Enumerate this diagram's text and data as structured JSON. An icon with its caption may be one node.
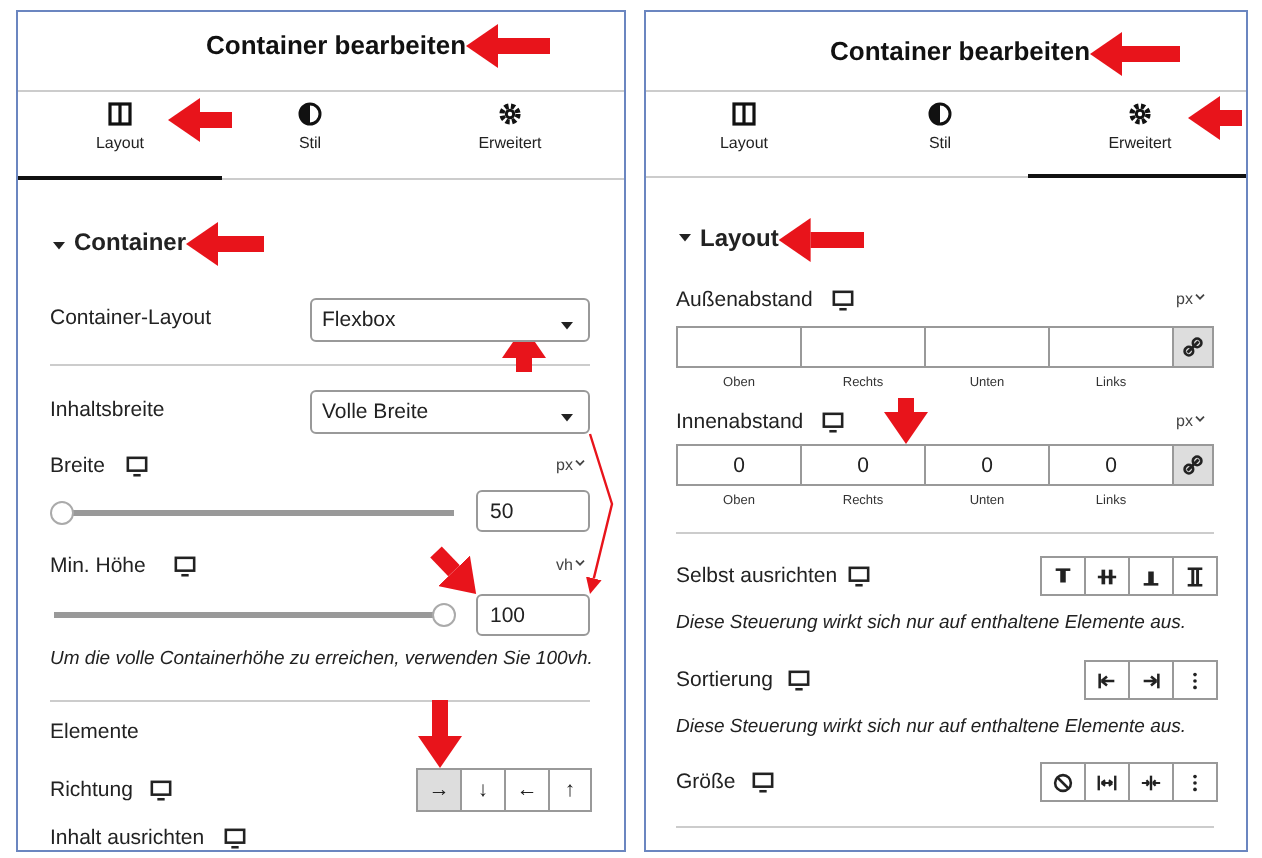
{
  "diagram": {
    "nodes": [
      {
        "text": [
          "Container bearbeiten"
        ]
      },
      {
        "text": [
          "Layout"
        ]
      },
      {
        "text": [
          "Stil"
        ]
      },
      {
        "text": [
          "Erweitert"
        ]
      },
      {
        "text": [
          "Container"
        ]
      },
      {
        "text": [
          "Flexbox"
        ]
      },
      {
        "text": [
          "Volle Breite"
        ]
      },
      {
        "text": [
          "50"
        ]
      },
      {
        "text": [
          "100"
        ]
      },
      {
        "text": [
          "→"
        ]
      },
      {
        "text": [
          "↓"
        ]
      },
      {
        "text": [
          "←"
        ]
      },
      {
        "text": [
          "↑"
        ]
      },
      {
        "text": [
          "Container bearbeiten"
        ]
      },
      {
        "text": [
          "Layout"
        ]
      },
      {
        "text": [
          "Stil"
        ]
      },
      {
        "text": [
          "Erweitert"
        ]
      },
      {
        "text": [
          "Layout"
        ]
      },
      {
        "text": [],
        "shape": "box",
        "beside": [
          "Oben"
        ]
      },
      {
        "text": [],
        "shape": "box",
        "beside": [
          "Rechts"
        ]
      },
      {
        "text": [],
        "shape": "box",
        "beside": [
          "Unten"
        ]
      },
      {
        "text": [],
        "shape": "box",
        "beside": [
          "Links"
        ]
      },
      {
        "text": [],
        "shape": "box"
      },
      {
        "text": [
          "0"
        ],
        "beside": [
          "Oben"
        ]
      },
      {
        "text": [
          "0"
        ],
        "beside": [
          "Rechts"
        ]
      },
      {
        "text": [
          "0"
        ],
        "beside": [
          "Unten"
        ]
      },
      {
        "text": [
          "0"
        ],
        "beside": [
          "Links"
        ]
      },
      {
        "text": [],
        "shape": "box"
      },
      {
        "text": [],
        "shape": "box"
      },
      {
        "text": [],
        "shape": "box"
      },
      {
        "text": [],
        "shape": "box"
      },
      {
        "text": [],
        "shape": "box"
      },
      {
        "text": [],
        "shape": "box"
      },
      {
        "text": [],
        "shape": "box"
      },
      {
        "text": [],
        "shape": "box"
      },
      {
        "text": [],
        "shape": "box"
      },
      {
        "text": [],
        "shape": "box"
      },
      {
        "text": [],
        "shape": "box"
      },
      {
        "text": [],
        "shape": "box"
      }
    ],
    "edges": [
      {
        "from": null,
        "to": 0,
        "arrow": "to"
      },
      {
        "from": null,
        "to": 1,
        "arrow": "to"
      },
      {
        "from": null,
        "to": 4,
        "arrow": "to"
      },
      {
        "from": null,
        "to": 6,
        "arrow": "to"
      },
      {
        "from": null,
        "to": 8,
        "arrow": "to"
      },
      {
        "from": 6,
        "to": 8,
        "arrow": "to"
      },
      {
        "from": null,
        "to": 9,
        "arrow": "to"
      },
      {
        "from": null,
        "to": 13,
        "arrow": "to"
      },
      {
        "from": null,
        "to": 16,
        "arrow": "to"
      },
      {
        "from": null,
        "to": 17,
        "arrow": "to"
      },
      {
        "from": null,
        "to": 24,
        "arrow": "to"
      }
    ],
    "labels": [
      "Container-Layout",
      "Inhaltsbreite",
      "Breite",
      "px",
      "Min. Höhe",
      "vh",
      "Um die volle Containerhöhe zu erreichen, verwenden Sie 100vh.",
      "Elemente",
      "Richtung",
      "Inhalt ausrichten",
      "Außenabstand",
      "px",
      "Innenabstand",
      "px",
      "Selbst ausrichten",
      "Diese Steuerung wirkt sich nur auf enthaltene Elemente aus.",
      "Sortierung",
      "Diese Steuerung wirkt sich nur auf enthaltene Elemente aus.",
      "Größe"
    ]
  }
}
